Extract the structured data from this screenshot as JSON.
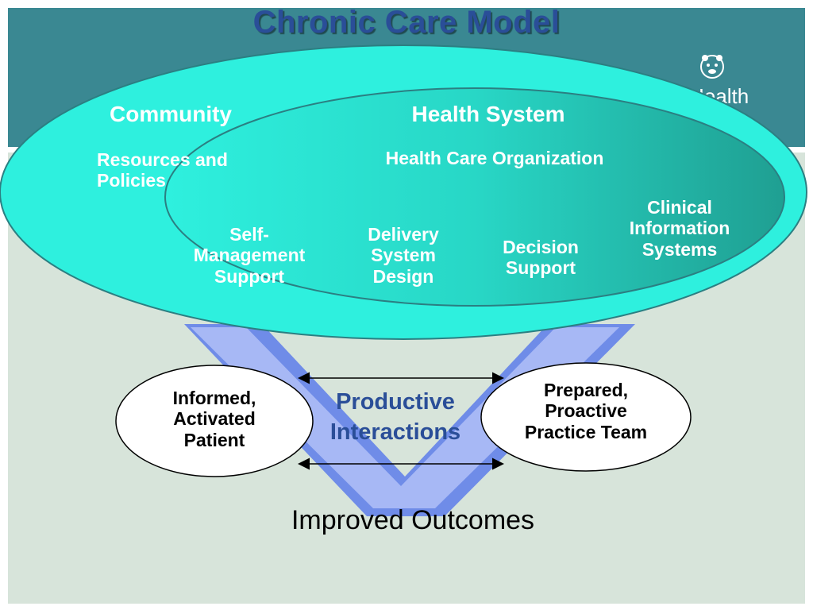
{
  "title": "Chronic Care Model",
  "logo": {
    "icon": "bear-icon",
    "text": "Health"
  },
  "ellipses": {
    "community": {
      "label": "Community",
      "sublabel_line1": "Resources and",
      "sublabel_line2": "Policies"
    },
    "health_system": {
      "label": "Health System",
      "sublabel": "Health Care Organization"
    }
  },
  "components": [
    {
      "line1": "Self-",
      "line2": "Management",
      "line3": "Support"
    },
    {
      "line1": "Delivery",
      "line2": "System",
      "line3": "Design"
    },
    {
      "line1": "Decision",
      "line2": "Support"
    },
    {
      "line1": "Clinical",
      "line2": "Information",
      "line3": "Systems"
    }
  ],
  "patient": {
    "line1": "Informed,",
    "line2": "Activated",
    "line3": "Patient"
  },
  "team": {
    "line1": "Prepared,",
    "line2": "Proactive",
    "line3": "Practice Team"
  },
  "interactions": {
    "line1": "Productive",
    "line2": "Interactions"
  },
  "outcome": "Improved Outcomes",
  "colors": {
    "header": "#3a8892",
    "panel": "#d7e4da",
    "outer_ellipse": "#2ef0de",
    "inner_ellipse": "#22b8a6",
    "arrow": "#8fa6f3",
    "title": "#2a4e98"
  }
}
